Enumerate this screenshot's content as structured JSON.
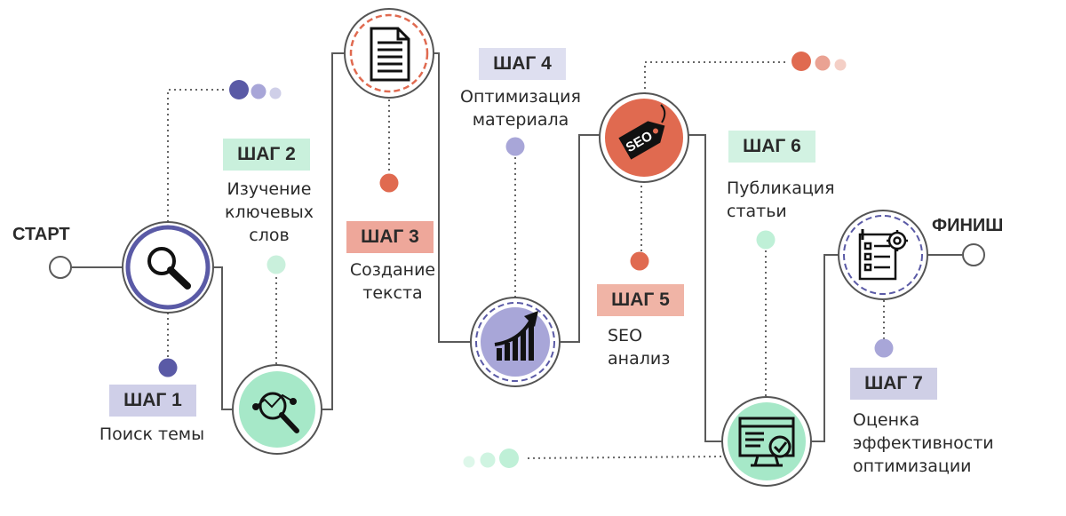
{
  "start_label": "СТАРТ",
  "finish_label": "ФИНИШ",
  "steps": [
    {
      "badge": "ШАГ 1",
      "desc": [
        "Поиск темы"
      ],
      "color": "#cfcfe8",
      "icon": "magnifier-icon"
    },
    {
      "badge": "ШАГ 2",
      "desc": [
        "Изучение",
        "ключевых",
        "слов"
      ],
      "color": "#c9f0dc",
      "icon": "keyword-analysis-icon"
    },
    {
      "badge": "ШАГ 3",
      "desc": [
        "Создание",
        "текста"
      ],
      "color": "#eea79a",
      "icon": "document-icon"
    },
    {
      "badge": "ШАГ 4",
      "desc": [
        "Оптимизация",
        "материала"
      ],
      "color": "#dedff0",
      "icon": "growth-chart-icon"
    },
    {
      "badge": "ШАГ 5",
      "desc": [
        "SEO",
        "анализ"
      ],
      "color": "#f0b4a6",
      "icon": "seo-tag-icon"
    },
    {
      "badge": "ШАГ 6",
      "desc": [
        "Публикация",
        "статьи"
      ],
      "color": "#d2f2e2",
      "icon": "monitor-check-icon"
    },
    {
      "badge": "ШАГ 7",
      "desc": [
        "Оценка",
        "эффективности",
        "оптимизации"
      ],
      "color": "#cfcfe6",
      "icon": "checklist-gear-icon"
    }
  ],
  "colors": {
    "purple": "#5a5aa6",
    "lavender": "#a8a6d8",
    "coral": "#e06a50",
    "mint": "#a6e8c8",
    "line": "#5a5a5a"
  }
}
